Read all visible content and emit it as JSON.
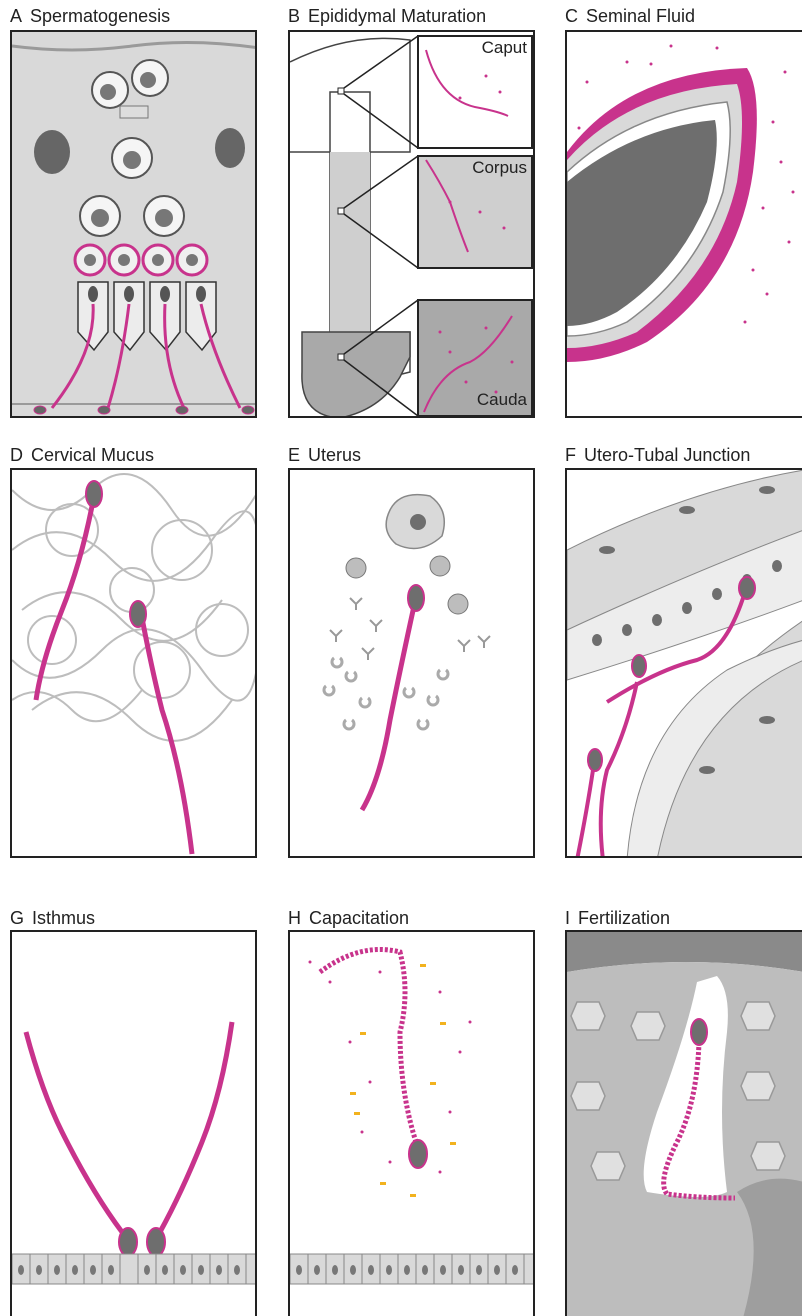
{
  "panels": [
    {
      "letter": "A",
      "title": "Spermatogenesis"
    },
    {
      "letter": "B",
      "title": "Epididymal Maturation",
      "labels": [
        "Caput",
        "Corpus",
        "Cauda"
      ]
    },
    {
      "letter": "C",
      "title": "Seminal Fluid"
    },
    {
      "letter": "D",
      "title": "Cervical Mucus"
    },
    {
      "letter": "E",
      "title": "Uterus"
    },
    {
      "letter": "F",
      "title": "Utero-Tubal Junction"
    },
    {
      "letter": "G",
      "title": "Isthmus"
    },
    {
      "letter": "H",
      "title": "Capacitation"
    },
    {
      "letter": "I",
      "title": "Fertilization"
    }
  ],
  "colors": {
    "magenta": "#c8338c",
    "gray_light": "#d9d9d9",
    "gray_mid": "#bdbdbd",
    "gray_dark": "#6e6e6e",
    "yellow": "#f2b21e"
  }
}
